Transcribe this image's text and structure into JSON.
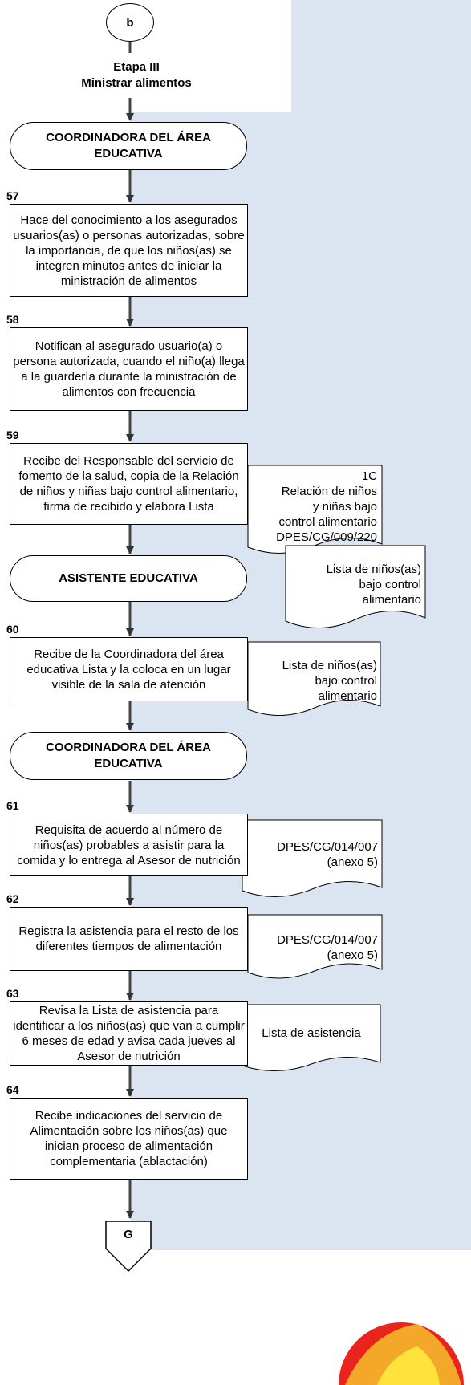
{
  "connector_top": "b",
  "stage": {
    "line1": "Etapa III",
    "line2": "Ministrar alimentos"
  },
  "roles": {
    "coord1": "COORDINADORA DEL ÁREA EDUCATIVA",
    "asistente": "ASISTENTE EDUCATIVA",
    "coord2": "COORDINADORA DEL ÁREA EDUCATIVA"
  },
  "steps": [
    {
      "num": "57",
      "text": "Hace del conocimiento a los asegurados usuarios(as) o personas autorizadas, sobre la importancia, de que los niños(as) se integren minutos antes de iniciar la ministración de alimentos"
    },
    {
      "num": "58",
      "text": "Notifican al asegurado usuario(a) o persona autorizada, cuando el niño(a) llega a la guardería durante la ministración de alimentos con frecuencia"
    },
    {
      "num": "59",
      "text": "Recibe del Responsable del servicio de fomento de la salud, copia de la Relación de niños y niñas bajo control alimentario, firma de recibido y elabora Lista"
    },
    {
      "num": "60",
      "text": "Recibe de la Coordinadora del área educativa Lista y la coloca en un lugar visible de la sala de atención"
    },
    {
      "num": "61",
      "text": "Requisita de acuerdo al número de niños(as) probables a asistir para la comida y lo entrega al Asesor de nutrición"
    },
    {
      "num": "62",
      "text": "Registra la asistencia para el resto de los diferentes tiempos de alimentación"
    },
    {
      "num": "63",
      "text": "Revisa la Lista de asistencia para identificar a los niños(as) que van a cumplir 6 meses de edad y avisa cada jueves al Asesor de nutrición"
    },
    {
      "num": "64",
      "text": "Recibe indicaciones del servicio de Alimentación sobre los niños(as) que inician proceso de alimentación complementaria (ablactación)"
    }
  ],
  "documents": {
    "doc59a": {
      "line1": "1C",
      "line2": "Relación de niños",
      "line3": "y niñas bajo",
      "line4": "control alimentario",
      "line5": "DPES/CG/009/220"
    },
    "doc59b": {
      "line1": "Lista de niños(as)",
      "line2": "bajo control",
      "line3": "alimentario"
    },
    "doc60": {
      "line1": "Lista de niños(as)",
      "line2": "bajo control",
      "line3": "alimentario"
    },
    "doc61": {
      "line1": "DPES/CG/014/007",
      "line2": "(anexo 5)"
    },
    "doc62": {
      "line1": "DPES/CG/014/007",
      "line2": "(anexo 5)"
    },
    "doc63": {
      "line1": "Lista de asistencia"
    }
  },
  "connector_bottom": "G"
}
